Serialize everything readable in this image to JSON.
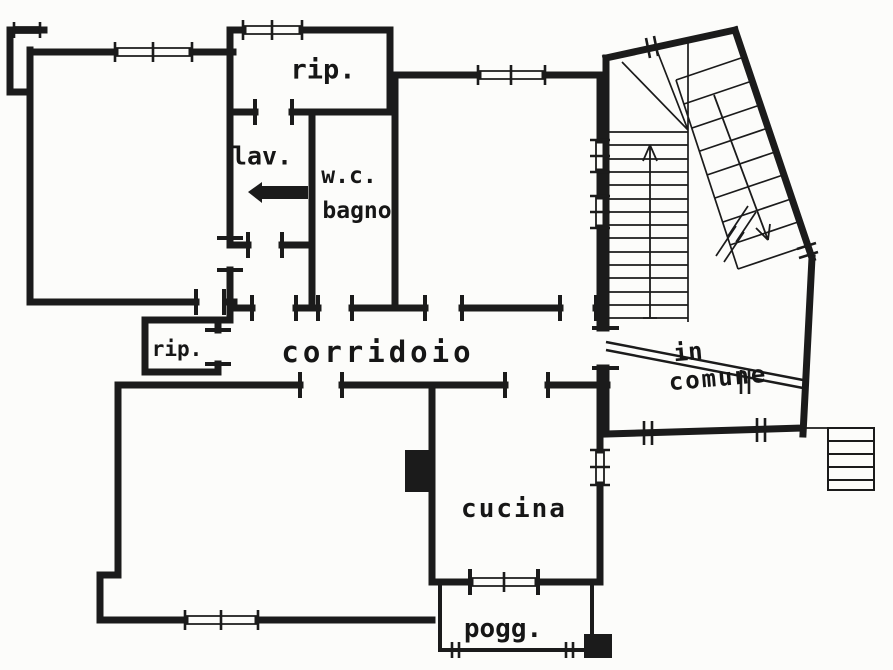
{
  "meta": {
    "drawing_type": "floor plan (scanned, hand-drawn)",
    "ink_color": "#1b1b1b",
    "paper_color": "#fcfcfa"
  },
  "rooms": {
    "rip_top": {
      "label": "rip."
    },
    "lav": {
      "label": "lav."
    },
    "wc": {
      "label": "w.c."
    },
    "bagno": {
      "label": "bagno"
    },
    "rip_small": {
      "label": "rip."
    },
    "corridoio": {
      "label": "corridoio"
    },
    "cucina": {
      "label": "cucina"
    },
    "pogg": {
      "label": "pogg."
    },
    "in_comune": {
      "line1": "in",
      "line2": "comune"
    }
  }
}
